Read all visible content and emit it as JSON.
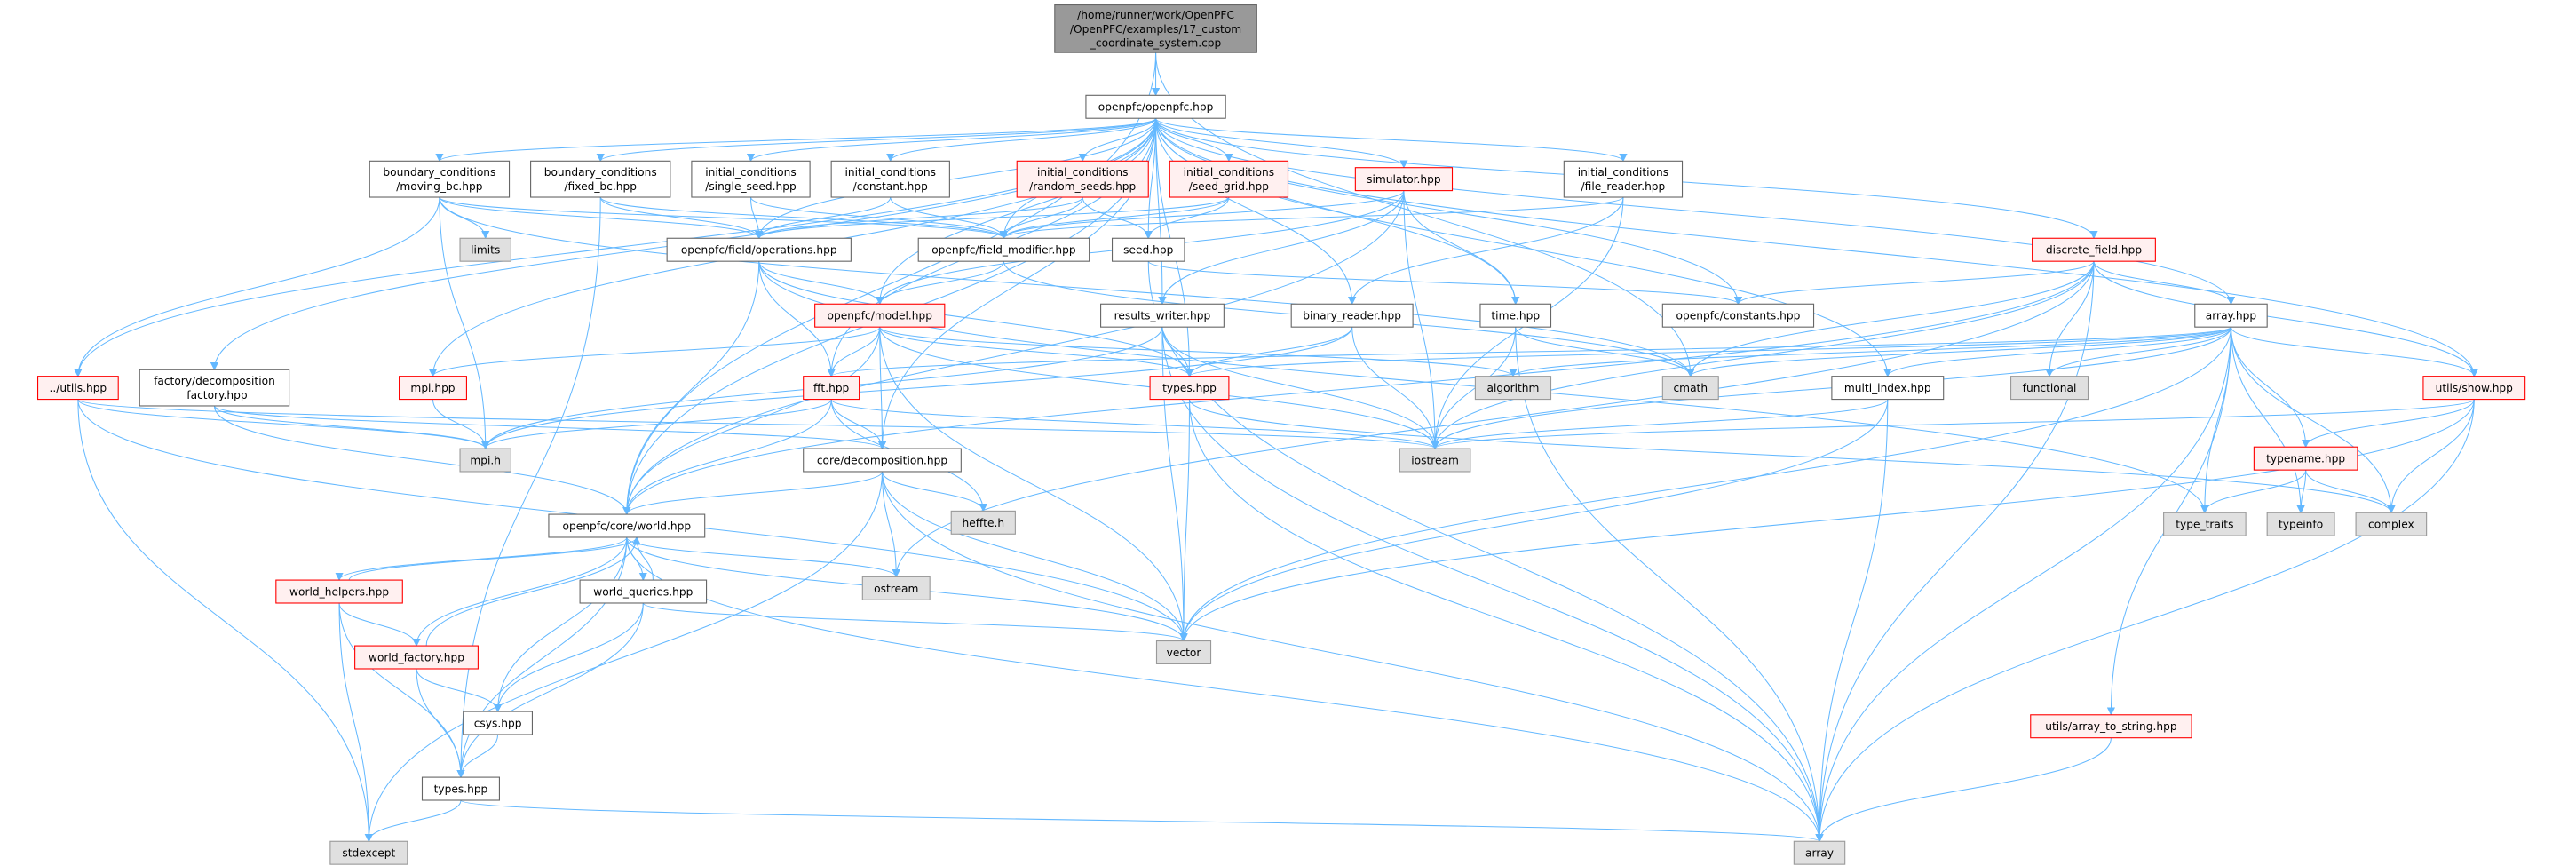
{
  "colors": {
    "edge": "#63b8ff",
    "red_border": "#ff0000",
    "red_fill": "#fff0f0",
    "external_fill": "#e0e0e0",
    "root_fill": "#999999"
  },
  "nodes": [
    {
      "id": "root",
      "kind": "root",
      "lines": [
        "/home/runner/work/OpenPFC",
        "/OpenPFC/examples/17_custom",
        "_coordinate_system.cpp"
      ]
    },
    {
      "id": "openpfc",
      "kind": "plain",
      "lines": [
        "openpfc/openpfc.hpp"
      ]
    },
    {
      "id": "moving_bc",
      "kind": "plain",
      "lines": [
        "boundary_conditions",
        "/moving_bc.hpp"
      ]
    },
    {
      "id": "fixed_bc",
      "kind": "plain",
      "lines": [
        "boundary_conditions",
        "/fixed_bc.hpp"
      ]
    },
    {
      "id": "single_seed",
      "kind": "plain",
      "lines": [
        "initial_conditions",
        "/single_seed.hpp"
      ]
    },
    {
      "id": "constant",
      "kind": "plain",
      "lines": [
        "initial_conditions",
        "/constant.hpp"
      ]
    },
    {
      "id": "random_seeds",
      "kind": "red",
      "lines": [
        "initial_conditions",
        "/random_seeds.hpp"
      ]
    },
    {
      "id": "seed_grid",
      "kind": "red",
      "lines": [
        "initial_conditions",
        "/seed_grid.hpp"
      ]
    },
    {
      "id": "simulator",
      "kind": "red",
      "lines": [
        "simulator.hpp"
      ]
    },
    {
      "id": "file_reader",
      "kind": "plain",
      "lines": [
        "initial_conditions",
        "/file_reader.hpp"
      ]
    },
    {
      "id": "discrete_field",
      "kind": "red",
      "lines": [
        "discrete_field.hpp"
      ]
    },
    {
      "id": "limits",
      "kind": "ext",
      "lines": [
        "limits"
      ]
    },
    {
      "id": "operations",
      "kind": "plain",
      "lines": [
        "openpfc/field/operations.hpp"
      ]
    },
    {
      "id": "field_modifier",
      "kind": "plain",
      "lines": [
        "openpfc/field_modifier.hpp"
      ]
    },
    {
      "id": "seed",
      "kind": "plain",
      "lines": [
        "seed.hpp"
      ]
    },
    {
      "id": "model",
      "kind": "red",
      "lines": [
        "openpfc/model.hpp"
      ]
    },
    {
      "id": "results_writer",
      "kind": "plain",
      "lines": [
        "results_writer.hpp"
      ]
    },
    {
      "id": "binary_reader",
      "kind": "plain",
      "lines": [
        "binary_reader.hpp"
      ]
    },
    {
      "id": "time",
      "kind": "plain",
      "lines": [
        "time.hpp"
      ]
    },
    {
      "id": "constants",
      "kind": "plain",
      "lines": [
        "openpfc/constants.hpp"
      ]
    },
    {
      "id": "array_hpp",
      "kind": "plain",
      "lines": [
        "array.hpp"
      ]
    },
    {
      "id": "utils_hpp",
      "kind": "red",
      "lines": [
        "../utils.hpp"
      ]
    },
    {
      "id": "factory_decomp",
      "kind": "plain",
      "lines": [
        "factory/decomposition",
        "_factory.hpp"
      ]
    },
    {
      "id": "mpi_hpp",
      "kind": "red",
      "lines": [
        "mpi.hpp"
      ]
    },
    {
      "id": "fft",
      "kind": "red",
      "lines": [
        "fft.hpp"
      ]
    },
    {
      "id": "types_red",
      "kind": "red",
      "lines": [
        "types.hpp"
      ]
    },
    {
      "id": "algorithm",
      "kind": "ext",
      "lines": [
        "algorithm"
      ]
    },
    {
      "id": "cmath",
      "kind": "ext",
      "lines": [
        "cmath"
      ]
    },
    {
      "id": "multi_index",
      "kind": "plain",
      "lines": [
        "multi_index.hpp"
      ]
    },
    {
      "id": "functional",
      "kind": "ext",
      "lines": [
        "functional"
      ]
    },
    {
      "id": "show",
      "kind": "red",
      "lines": [
        "utils/show.hpp"
      ]
    },
    {
      "id": "mpi_h",
      "kind": "ext",
      "lines": [
        "mpi.h"
      ]
    },
    {
      "id": "core_decomp",
      "kind": "plain",
      "lines": [
        "core/decomposition.hpp"
      ]
    },
    {
      "id": "iostream",
      "kind": "ext",
      "lines": [
        "iostream"
      ]
    },
    {
      "id": "typename",
      "kind": "red",
      "lines": [
        "typename.hpp"
      ]
    },
    {
      "id": "world",
      "kind": "plain",
      "lines": [
        "openpfc/core/world.hpp"
      ]
    },
    {
      "id": "heffte",
      "kind": "ext",
      "lines": [
        "heffte.h"
      ]
    },
    {
      "id": "type_traits",
      "kind": "ext",
      "lines": [
        "type_traits"
      ]
    },
    {
      "id": "typeinfo",
      "kind": "ext",
      "lines": [
        "typeinfo"
      ]
    },
    {
      "id": "complex",
      "kind": "ext",
      "lines": [
        "complex"
      ]
    },
    {
      "id": "world_helpers",
      "kind": "red",
      "lines": [
        "world_helpers.hpp"
      ]
    },
    {
      "id": "world_queries",
      "kind": "plain",
      "lines": [
        "world_queries.hpp"
      ]
    },
    {
      "id": "ostream",
      "kind": "ext",
      "lines": [
        "ostream"
      ]
    },
    {
      "id": "world_factory",
      "kind": "red",
      "lines": [
        "world_factory.hpp"
      ]
    },
    {
      "id": "vector",
      "kind": "ext",
      "lines": [
        "vector"
      ]
    },
    {
      "id": "csys",
      "kind": "plain",
      "lines": [
        "csys.hpp"
      ]
    },
    {
      "id": "array_to_string",
      "kind": "red",
      "lines": [
        "utils/array_to_string.hpp"
      ]
    },
    {
      "id": "types_core",
      "kind": "plain",
      "lines": [
        "types.hpp"
      ]
    },
    {
      "id": "stdexcept",
      "kind": "ext",
      "lines": [
        "stdexcept"
      ]
    },
    {
      "id": "array_std",
      "kind": "ext",
      "lines": [
        "array"
      ]
    }
  ],
  "edges": [
    [
      "root",
      "openpfc"
    ],
    [
      "root",
      "world"
    ],
    [
      "root",
      "cmath"
    ],
    [
      "openpfc",
      "moving_bc"
    ],
    [
      "openpfc",
      "fixed_bc"
    ],
    [
      "openpfc",
      "single_seed"
    ],
    [
      "openpfc",
      "constant"
    ],
    [
      "openpfc",
      "random_seeds"
    ],
    [
      "openpfc",
      "seed_grid"
    ],
    [
      "openpfc",
      "simulator"
    ],
    [
      "openpfc",
      "file_reader"
    ],
    [
      "openpfc",
      "discrete_field"
    ],
    [
      "openpfc",
      "array_hpp"
    ],
    [
      "openpfc",
      "show"
    ],
    [
      "openpfc",
      "multi_index"
    ],
    [
      "openpfc",
      "constants"
    ],
    [
      "openpfc",
      "time"
    ],
    [
      "openpfc",
      "binary_reader"
    ],
    [
      "openpfc",
      "results_writer"
    ],
    [
      "openpfc",
      "field_modifier"
    ],
    [
      "openpfc",
      "operations"
    ],
    [
      "openpfc",
      "model"
    ],
    [
      "openpfc",
      "fft"
    ],
    [
      "openpfc",
      "mpi_hpp"
    ],
    [
      "openpfc",
      "utils_hpp"
    ],
    [
      "openpfc",
      "factory_decomp"
    ],
    [
      "openpfc",
      "core_decomp"
    ],
    [
      "openpfc",
      "world"
    ],
    [
      "openpfc",
      "seed"
    ],
    [
      "openpfc",
      "types_red"
    ],
    [
      "moving_bc",
      "limits"
    ],
    [
      "moving_bc",
      "operations"
    ],
    [
      "moving_bc",
      "field_modifier"
    ],
    [
      "moving_bc",
      "utils_hpp"
    ],
    [
      "moving_bc",
      "mpi_h"
    ],
    [
      "moving_bc",
      "cmath"
    ],
    [
      "fixed_bc",
      "operations"
    ],
    [
      "fixed_bc",
      "field_modifier"
    ],
    [
      "fixed_bc",
      "types_core"
    ],
    [
      "single_seed",
      "operations"
    ],
    [
      "single_seed",
      "field_modifier"
    ],
    [
      "constant",
      "operations"
    ],
    [
      "constant",
      "field_modifier"
    ],
    [
      "random_seeds",
      "operations"
    ],
    [
      "random_seeds",
      "field_modifier"
    ],
    [
      "random_seeds",
      "seed"
    ],
    [
      "seed_grid",
      "operations"
    ],
    [
      "seed_grid",
      "field_modifier"
    ],
    [
      "seed_grid",
      "seed"
    ],
    [
      "simulator",
      "field_modifier"
    ],
    [
      "simulator",
      "results_writer"
    ],
    [
      "simulator",
      "time"
    ],
    [
      "simulator",
      "iostream"
    ],
    [
      "simulator",
      "model"
    ],
    [
      "simulator",
      "world"
    ],
    [
      "file_reader",
      "field_modifier"
    ],
    [
      "file_reader",
      "binary_reader"
    ],
    [
      "file_reader",
      "iostream"
    ],
    [
      "operations",
      "model"
    ],
    [
      "operations",
      "fft"
    ],
    [
      "operations",
      "world"
    ],
    [
      "operations",
      "types_red"
    ],
    [
      "operations",
      "type_traits"
    ],
    [
      "field_modifier",
      "model"
    ],
    [
      "field_modifier",
      "cmath"
    ],
    [
      "seed",
      "array_std"
    ],
    [
      "seed",
      "constants"
    ],
    [
      "model",
      "fft"
    ],
    [
      "model",
      "core_decomp"
    ],
    [
      "model",
      "world"
    ],
    [
      "model",
      "mpi_hpp"
    ],
    [
      "model",
      "types_red"
    ],
    [
      "model",
      "vector"
    ],
    [
      "model",
      "iostream"
    ],
    [
      "model",
      "algorithm"
    ],
    [
      "results_writer",
      "types_red"
    ],
    [
      "results_writer",
      "mpi_h"
    ],
    [
      "results_writer",
      "iostream"
    ],
    [
      "results_writer",
      "vector"
    ],
    [
      "results_writer",
      "array_std"
    ],
    [
      "binary_reader",
      "types_red"
    ],
    [
      "binary_reader",
      "iostream"
    ],
    [
      "binary_reader",
      "mpi_h"
    ],
    [
      "time",
      "cmath"
    ],
    [
      "time",
      "iostream"
    ],
    [
      "time",
      "array_std"
    ],
    [
      "discrete_field",
      "constants"
    ],
    [
      "discrete_field",
      "array_hpp"
    ],
    [
      "discrete_field",
      "show"
    ],
    [
      "discrete_field",
      "cmath"
    ],
    [
      "discrete_field",
      "functional"
    ],
    [
      "discrete_field",
      "iostream"
    ],
    [
      "discrete_field",
      "array_std"
    ],
    [
      "discrete_field",
      "world"
    ],
    [
      "discrete_field",
      "ostream"
    ],
    [
      "array_hpp",
      "cmath"
    ],
    [
      "array_hpp",
      "algorithm"
    ],
    [
      "array_hpp",
      "multi_index"
    ],
    [
      "array_hpp",
      "functional"
    ],
    [
      "array_hpp",
      "show"
    ],
    [
      "array_hpp",
      "typename"
    ],
    [
      "array_hpp",
      "type_traits"
    ],
    [
      "array_hpp",
      "typeinfo"
    ],
    [
      "array_hpp",
      "complex"
    ],
    [
      "array_hpp",
      "fft"
    ],
    [
      "array_hpp",
      "array_std"
    ],
    [
      "array_hpp",
      "vector"
    ],
    [
      "array_hpp",
      "iostream"
    ],
    [
      "array_hpp",
      "array_to_string"
    ],
    [
      "array_hpp",
      "types_red"
    ],
    [
      "show",
      "typename"
    ],
    [
      "show",
      "complex"
    ],
    [
      "show",
      "array_std"
    ],
    [
      "show",
      "vector"
    ],
    [
      "show",
      "iostream"
    ],
    [
      "typename",
      "type_traits"
    ],
    [
      "typename",
      "typeinfo"
    ],
    [
      "typename",
      "complex"
    ],
    [
      "multi_index",
      "iostream"
    ],
    [
      "multi_index",
      "vector"
    ],
    [
      "multi_index",
      "array_std"
    ],
    [
      "types_red",
      "array_std"
    ],
    [
      "types_red",
      "vector"
    ],
    [
      "types_red",
      "complex"
    ],
    [
      "utils_hpp",
      "mpi_h"
    ],
    [
      "utils_hpp",
      "stdexcept"
    ],
    [
      "utils_hpp",
      "iostream"
    ],
    [
      "utils_hpp",
      "vector"
    ],
    [
      "factory_decomp",
      "core_decomp"
    ],
    [
      "factory_decomp",
      "world"
    ],
    [
      "factory_decomp",
      "mpi_h"
    ],
    [
      "mpi_hpp",
      "mpi_h"
    ],
    [
      "fft",
      "core_decomp"
    ],
    [
      "fft",
      "mpi_h"
    ],
    [
      "fft",
      "iostream"
    ],
    [
      "fft",
      "heffte"
    ],
    [
      "fft",
      "world"
    ],
    [
      "core_decomp",
      "world"
    ],
    [
      "core_decomp",
      "heffte"
    ],
    [
      "core_decomp",
      "ostream"
    ],
    [
      "core_decomp",
      "vector"
    ],
    [
      "core_decomp",
      "array_std"
    ],
    [
      "core_decomp",
      "stdexcept"
    ],
    [
      "world",
      "world_helpers"
    ],
    [
      "world",
      "world_queries"
    ],
    [
      "world",
      "world_factory"
    ],
    [
      "world",
      "csys"
    ],
    [
      "world",
      "types_core"
    ],
    [
      "world",
      "ostream"
    ],
    [
      "world",
      "array_std"
    ],
    [
      "world",
      "vector"
    ],
    [
      "world_helpers",
      "world"
    ],
    [
      "world_helpers",
      "world_factory"
    ],
    [
      "world_helpers",
      "types_core"
    ],
    [
      "world_helpers",
      "stdexcept"
    ],
    [
      "world_factory",
      "world"
    ],
    [
      "world_factory",
      "csys"
    ],
    [
      "world_factory",
      "types_core"
    ],
    [
      "world_queries",
      "world"
    ],
    [
      "world_queries",
      "csys"
    ],
    [
      "world_queries",
      "types_core"
    ],
    [
      "world_queries",
      "vector"
    ],
    [
      "csys",
      "types_core"
    ],
    [
      "types_core",
      "stdexcept"
    ],
    [
      "types_core",
      "array_std"
    ],
    [
      "array_to_string",
      "array_std"
    ]
  ]
}
